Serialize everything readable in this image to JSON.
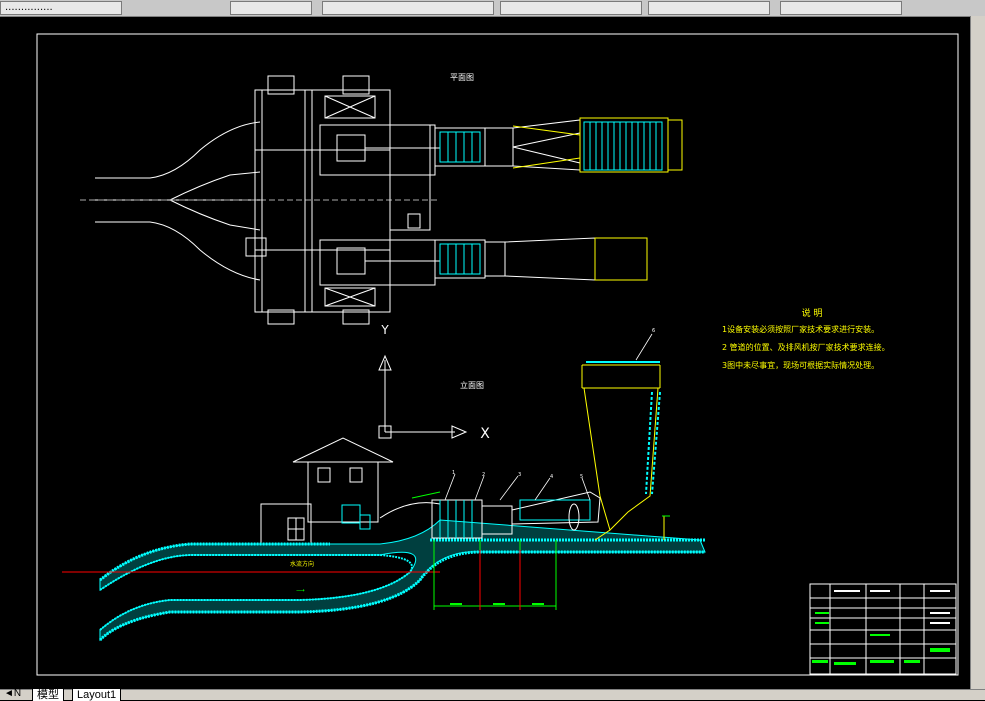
{
  "toolbar": {
    "left_text": "...............",
    "segments": 6
  },
  "drawing": {
    "plan_title": "平面图",
    "elevation_title": "立面图",
    "axis_y": "Y",
    "axis_x": "X",
    "notes_title": "说 明",
    "notes": [
      "1设备安装必须按照厂家技术要求进行安装。",
      "2 管道的位置、及排风机按厂家技术要求连接。",
      "3图中未尽事宜，现场可根据实际情况处理。"
    ],
    "callouts": [
      "1",
      "2",
      "3",
      "4",
      "5",
      "6"
    ],
    "flow_label": "水流方向",
    "colors": {
      "structure": "#ffffff",
      "dimension": "#00ff00",
      "equipment": "#00ffff",
      "annotation": "#ffff00",
      "centerline": "#ff0000",
      "frame": "#ffffff"
    }
  },
  "tabs": {
    "model": "模型",
    "layout": "Layout1"
  }
}
